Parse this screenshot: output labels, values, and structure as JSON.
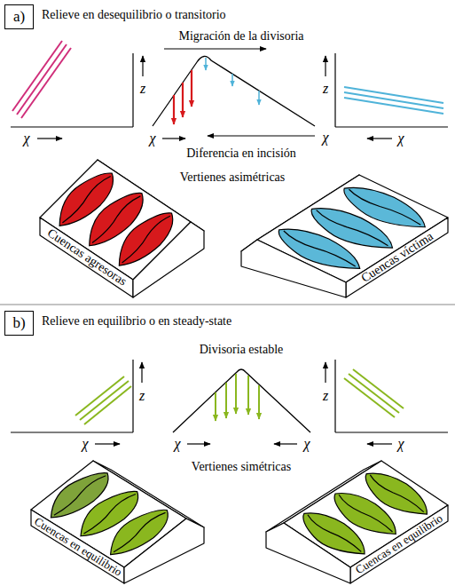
{
  "diagram": {
    "nodes": [
      {
        "text": [
          "a)"
        ]
      },
      {
        "text": [
          "Cuencas agresoras"
        ]
      },
      {
        "text": [
          "Cuencas víctima"
        ]
      },
      {
        "text": [
          "b)"
        ]
      },
      {
        "text": [
          "Cuencas en equilibrio"
        ]
      },
      {
        "text": [
          "Cuencas en equilibrio"
        ]
      }
    ],
    "labels": [
      "Relieve en desequilibrio o transitorio",
      "Migración de la divisoria",
      "z",
      "χ",
      "χ",
      "χ",
      "z",
      "χ",
      "Diferencia en incisión",
      "Vertienes asimétricas",
      "Relieve en equilibrio o en steady-state",
      "Divisoria estable",
      "z",
      "χ",
      "χ",
      "χ",
      "z",
      "χ",
      "Vertienes simétricas"
    ]
  }
}
